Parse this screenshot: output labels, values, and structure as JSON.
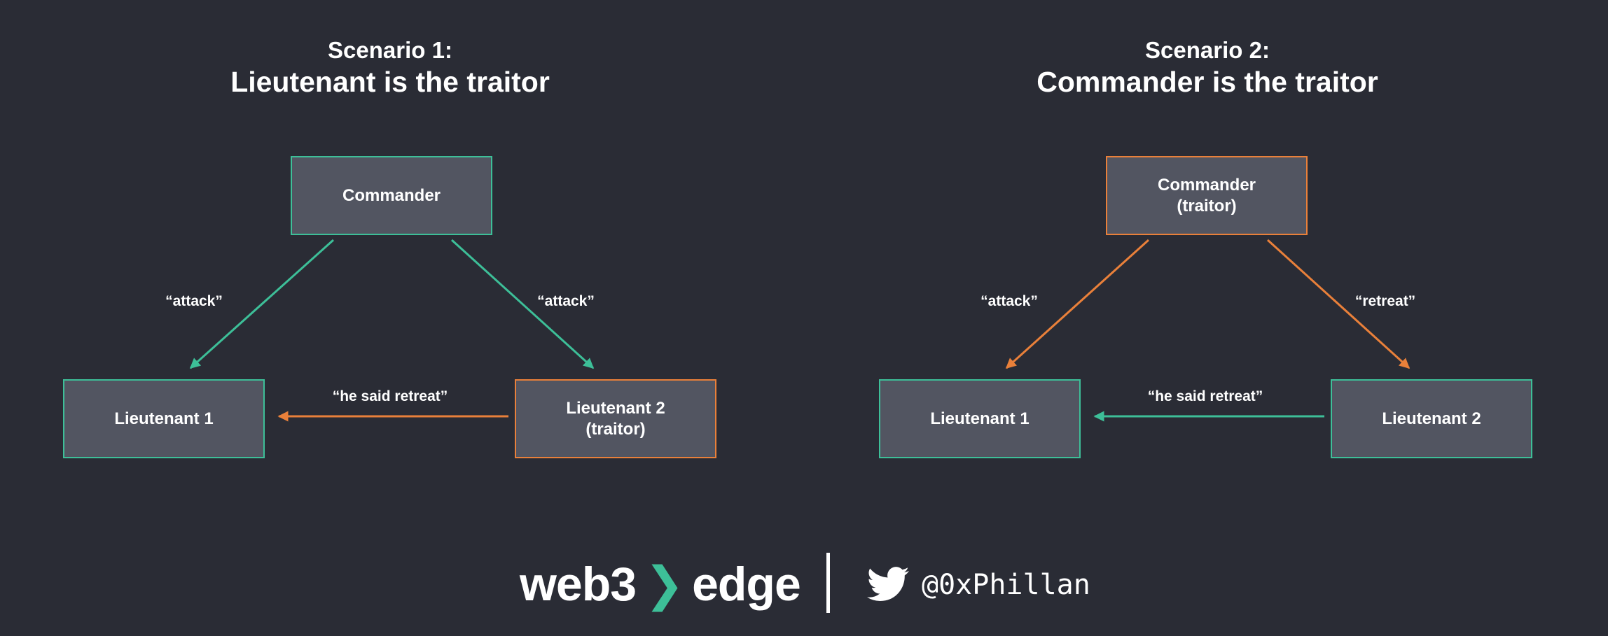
{
  "colors": {
    "background": "#2a2c35",
    "loyal": "#3dbf98",
    "traitor": "#e9803a",
    "node_fill": "#525561"
  },
  "scenario1": {
    "subtitle": "Scenario 1:",
    "title": "Lieutenant is the traitor",
    "commander": {
      "line1": "Commander",
      "line2": ""
    },
    "lieutenant1": {
      "line1": "Lieutenant 1",
      "line2": ""
    },
    "lieutenant2": {
      "line1": "Lieutenant 2",
      "line2": "(traitor)"
    },
    "edge_to_l1": "“attack”",
    "edge_to_l2": "“attack”",
    "edge_l2_to_l1": "“he said retreat”"
  },
  "scenario2": {
    "subtitle": "Scenario 2:",
    "title": "Commander is the traitor",
    "commander": {
      "line1": "Commander",
      "line2": "(traitor)"
    },
    "lieutenant1": {
      "line1": "Lieutenant 1",
      "line2": ""
    },
    "lieutenant2": {
      "line1": "Lieutenant 2",
      "line2": ""
    },
    "edge_to_l1": "“attack”",
    "edge_to_l2": "“retreat”",
    "edge_l2_to_l1": "“he said retreat”"
  },
  "footer": {
    "logo_left": "web3",
    "logo_arrow": "❯",
    "logo_right": "edge",
    "icon": "twitter-icon",
    "handle": "@0xPhillan"
  }
}
